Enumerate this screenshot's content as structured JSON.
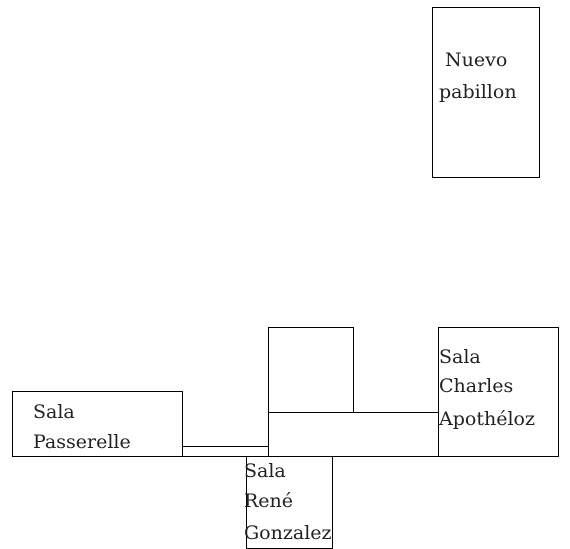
{
  "rooms": {
    "nuevo_pabillon": {
      "label_lines": [
        "Nuevo",
        "pabillon"
      ]
    },
    "sala_passerelle": {
      "label_lines": [
        "Sala",
        "Passerelle"
      ]
    },
    "sala_rene_gonzalez": {
      "label_lines": [
        "Sala",
        "René",
        "Gonzalez"
      ]
    },
    "sala_charles_apotheloz": {
      "label_lines": [
        "Sala",
        "Charles",
        "Apothéloz"
      ]
    }
  },
  "colors": {
    "stroke": "#000000",
    "text": "#222222",
    "background": "#ffffff"
  }
}
